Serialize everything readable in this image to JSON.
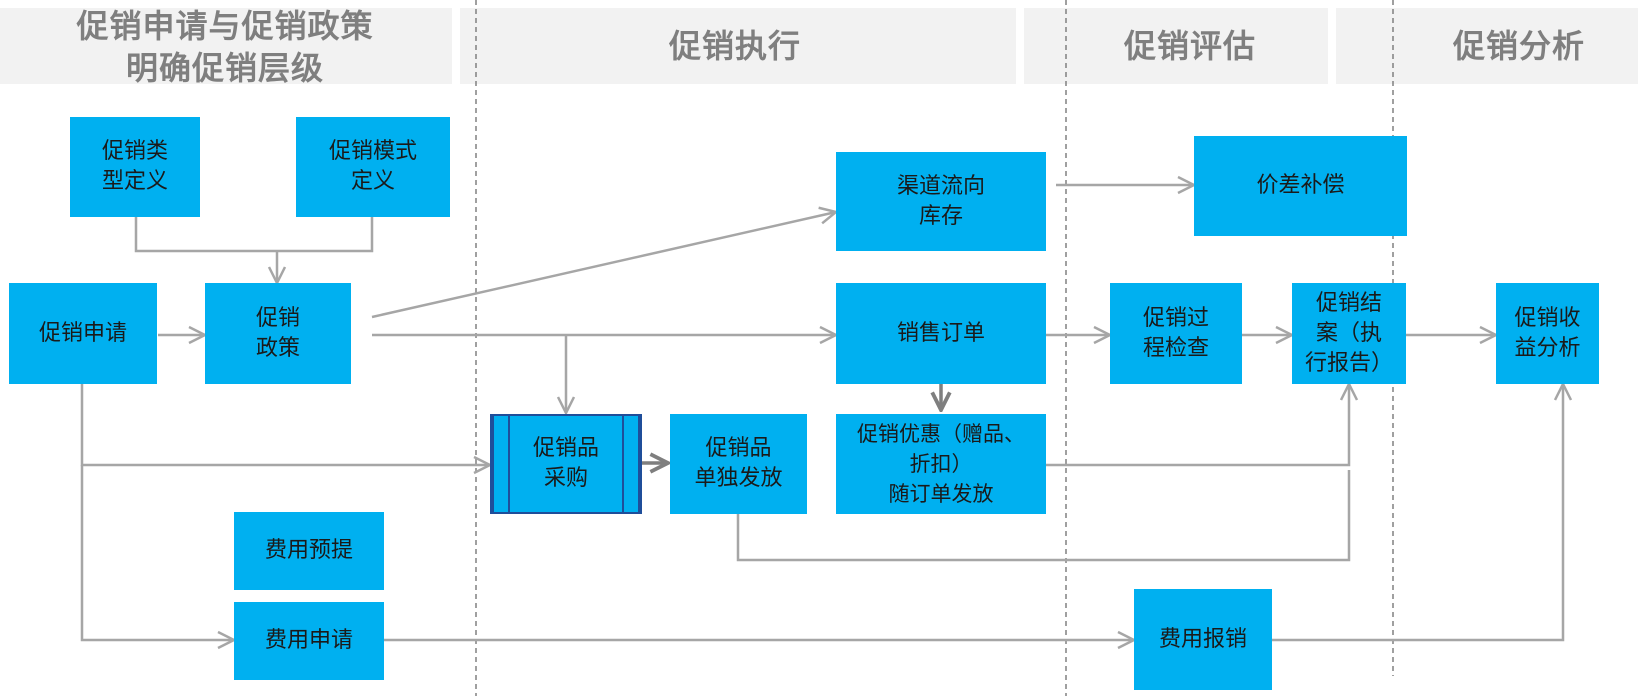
{
  "phases": {
    "p1_line1": "促销申请与促销政策",
    "p1_line2": "明确促销层级",
    "p2": "促销执行",
    "p3": "促销评估",
    "p4": "促销分析"
  },
  "boxes": {
    "type_def": "促销类\n型定义",
    "mode_def": "促销模式\n定义",
    "apply": "促销申请",
    "policy": "促销\n政策",
    "channel_stock": "渠道流向\n库存",
    "sales_order": "销售订单",
    "gift_purchase": "促销品\n采购",
    "gift_issue": "促销品\n单独发放",
    "discount_issue": "促销优惠（赠品、\n折扣）\n随订单发放",
    "price_comp": "价差补偿",
    "process_check": "促销过\n程检查",
    "close_report": "促销结\n案（执\n行报告）",
    "profit_analysis": "促销收\n益分析",
    "expense_accrual": "费用预提",
    "expense_apply": "费用申请",
    "expense_claim": "费用报销"
  },
  "colors": {
    "box_fill": "#00b0f0",
    "box_text": "#1a1a1a",
    "phase_text": "#7f7f7f",
    "band_fill": "#f2f2f2",
    "connector": "#a6a6a6",
    "connector_dark": "#7f7f7f",
    "divider": "#808080",
    "special_border": "#1f4e9a"
  }
}
